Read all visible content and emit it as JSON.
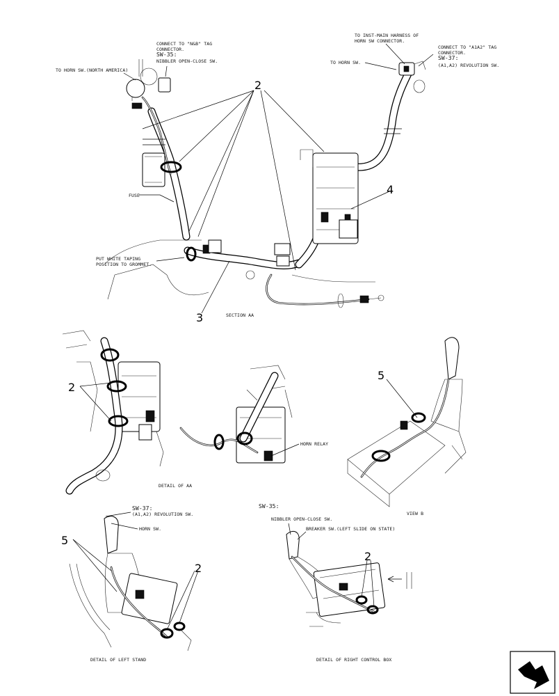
{
  "labels": {
    "connect_nb": "CONNECT TO \"N&B\" TAG",
    "connector_1": "CONNECTOR.",
    "sw35_top": "SW-35:",
    "nibbler_top": "NIBBLER OPEN-CLOSE SW.",
    "horn_na": "TO HORN SW.(NORTH AMERICA)",
    "inst_main_1": "TO INST-MAIN HARNESS OF",
    "inst_main_2": "HORN SW CONNECTOR.",
    "connect_a1a2": "CONNECT TO \"A1A2\" TAG",
    "connector_2": "CONNECTOR.",
    "sw37_top": "SW-37:",
    "revolution_top": "(A1,A2) REVOLUTION SW.",
    "to_horn": "TO HORN SW.",
    "fuse": "FUSE",
    "white_tape_1": "PUT WHITE TAPING",
    "white_tape_2": "POSITION TO GROMMET.",
    "section_aa": "SECTION AA",
    "horn_relay": "HORN RELAY",
    "detail_aa": "DETAIL OF AA",
    "view_b": "VIEW B",
    "sw37_bottom": "SW-37:",
    "revolution_bottom": "(A1,A2) REVOLUTION SW.",
    "horn_sw": "HORN SW.",
    "sw35_bottom": "SW-35:",
    "nibbler_bottom": "NIBBLER OPEN-CLOSE SW.",
    "breaker": "BREAKER SW.(LEFT SLIDE ON STATE)",
    "detail_left": "DETAIL OF LEFT STAND",
    "detail_right": "DETAIL OF RIGHT CONTROL BOX"
  },
  "callouts": {
    "c2_top": "2",
    "c4": "4",
    "c3": "3",
    "c2_mid": "2",
    "c5_mid": "5",
    "c5_bottom": "5",
    "c2_bottom_left": "2",
    "c2_bottom_right": "2"
  },
  "icons": {
    "nav": "next-page-arrow-icon"
  }
}
